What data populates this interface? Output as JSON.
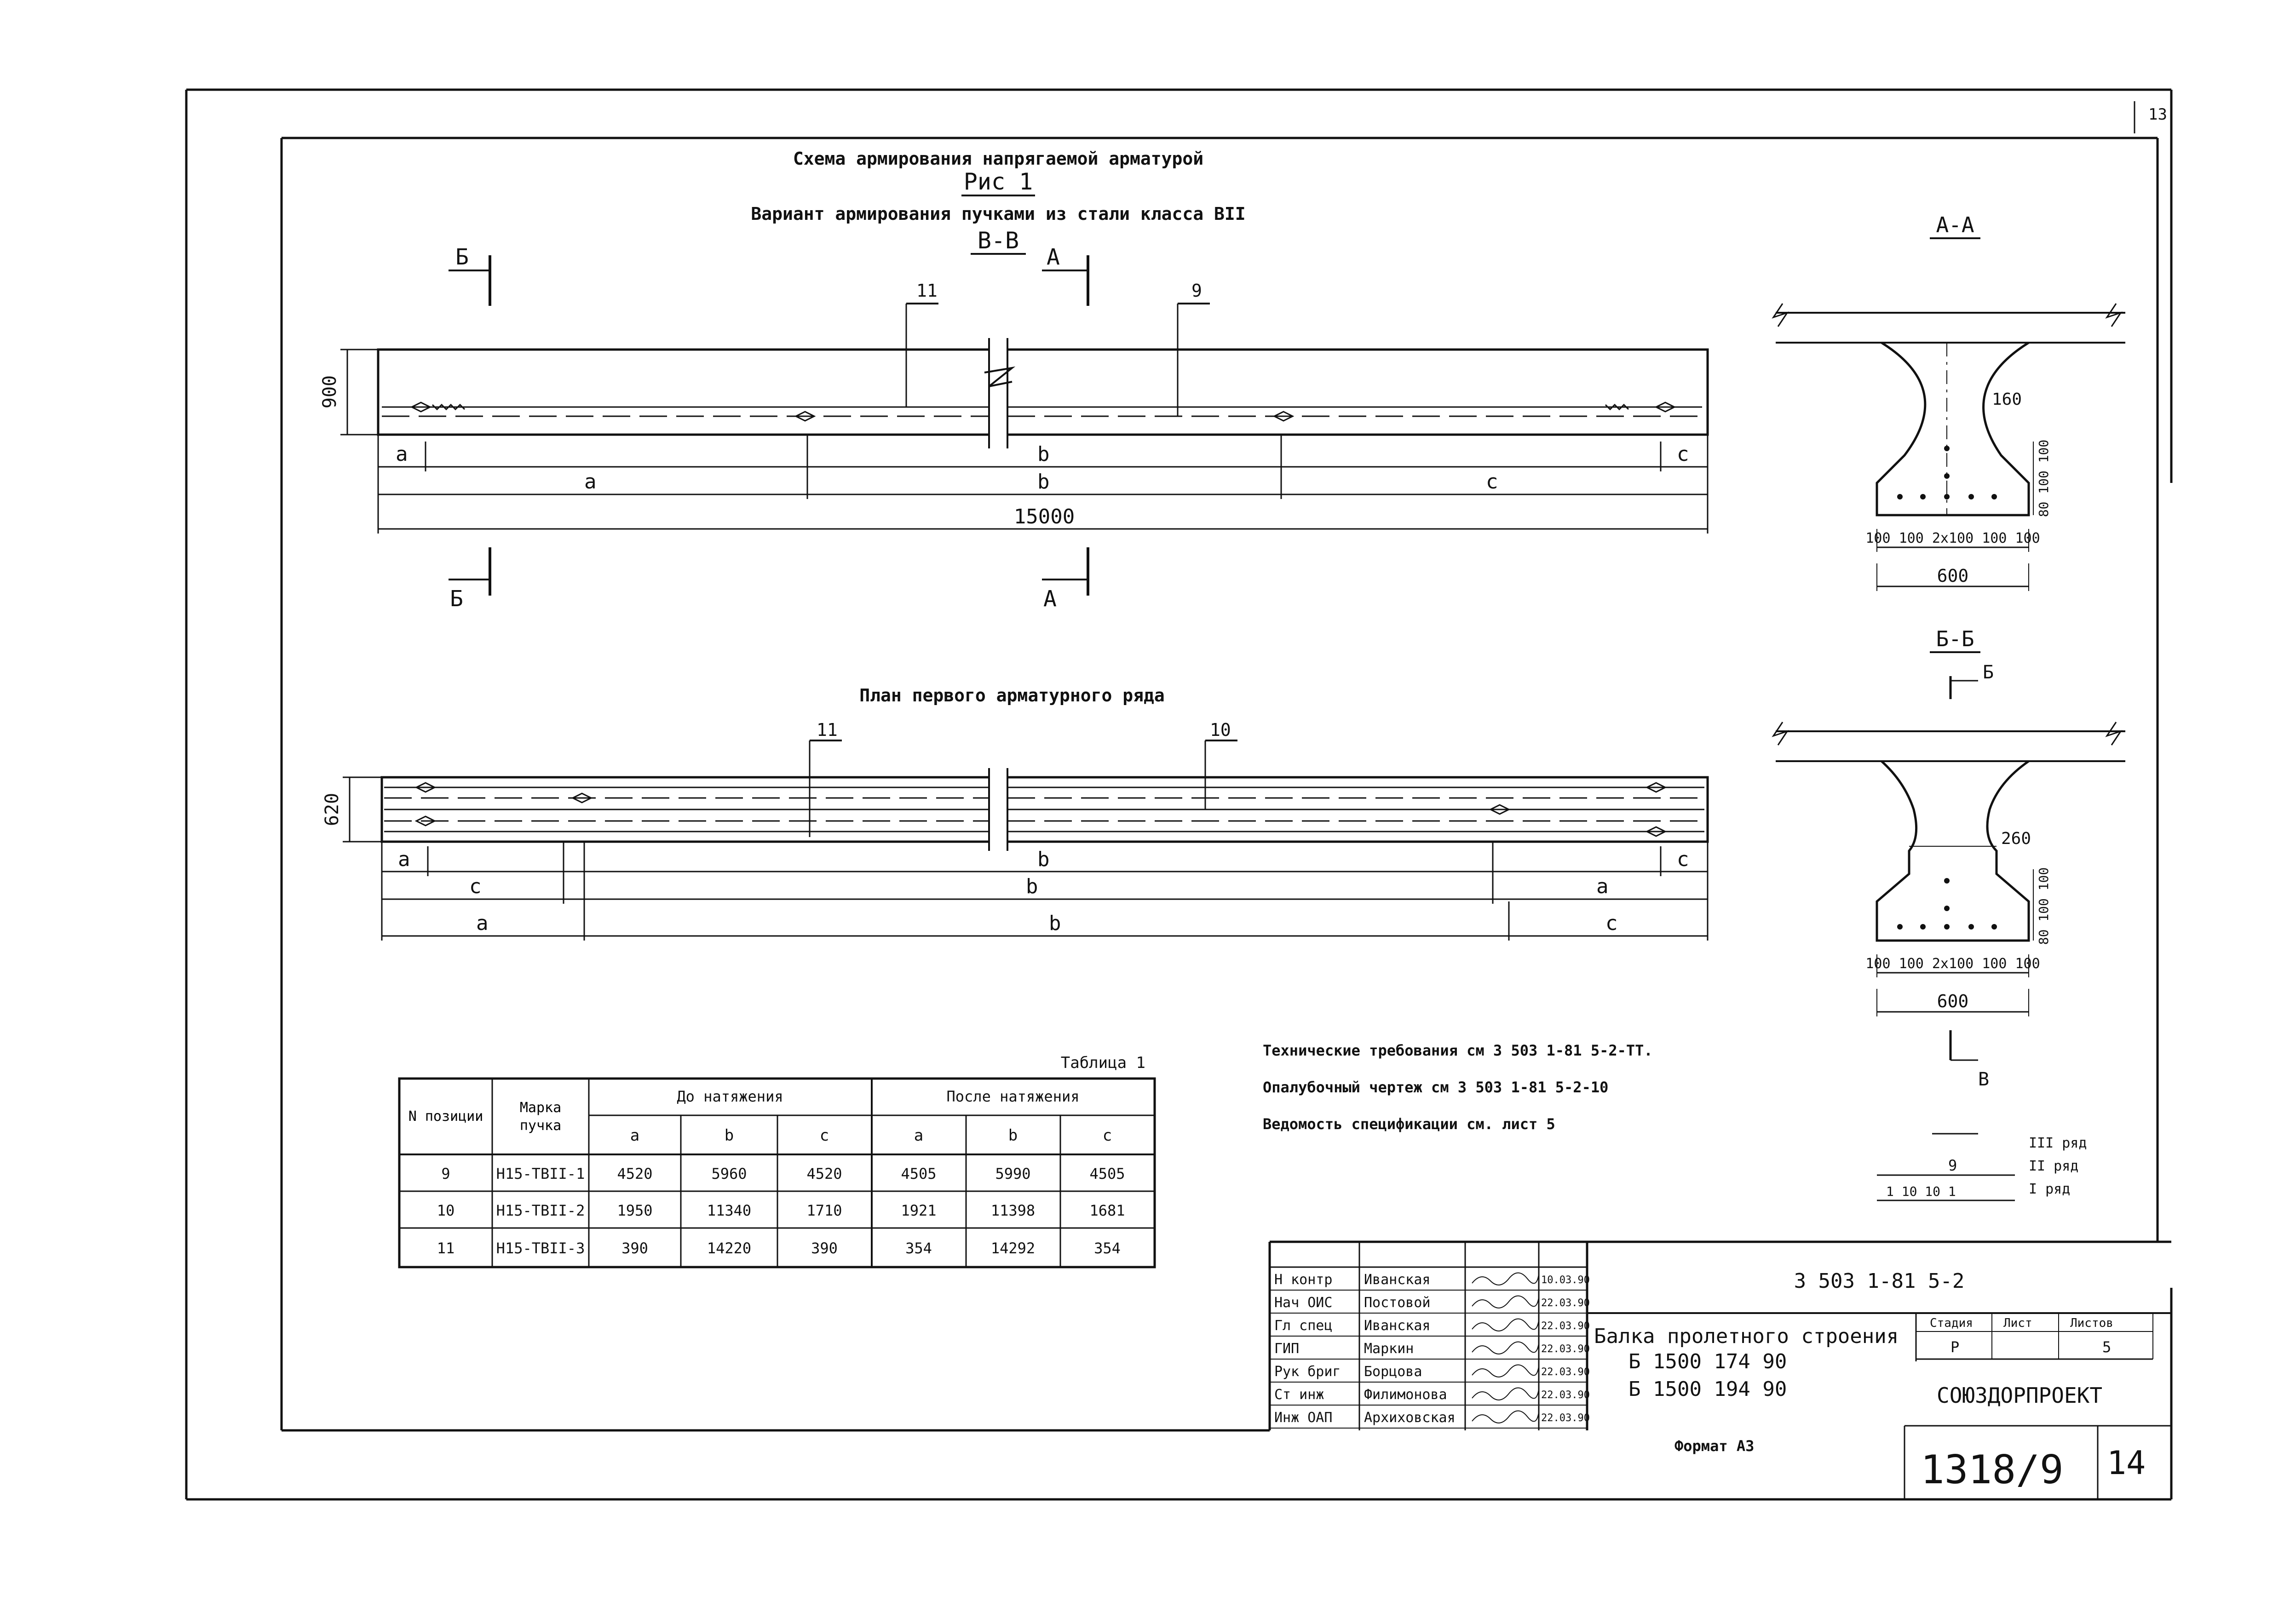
{
  "header": {
    "scheme_title": "Схема армирования напрягаемой арматурой",
    "figure_label": "Рис 1",
    "variant_title": "Вариант армирования пучками из стали класса BII",
    "section_label": "B-B",
    "corner_number": "13"
  },
  "elevation": {
    "cut_b": "Б",
    "cut_a": "А",
    "height": "900",
    "pos_11": "11",
    "pos_9": "9",
    "dim_a": "a",
    "dim_b": "b",
    "dim_c": "c",
    "dim_total": "15000"
  },
  "plan": {
    "title": "План первого арматурного ряда",
    "pos_11": "11",
    "pos_10": "10",
    "width": "620",
    "dim_a": "a",
    "dim_b": "b",
    "dim_c": "c"
  },
  "section_aa": {
    "label": "А-А",
    "web_dim": "160",
    "bottom_dims": "100 100 2x100 100 100",
    "width": "600",
    "vertical_dims": "80 100 100"
  },
  "section_bb": {
    "label": "Б-Б",
    "cut_mark": "Б",
    "web_dim": "260",
    "bottom_dims": "100 100 2x100 100 100",
    "width": "600",
    "vertical_dims": "80 100 100",
    "cut_mark_bottom": "В"
  },
  "legend": {
    "rows": [
      "III ряд",
      "II ряд",
      "I ряд"
    ],
    "top_dim": "9",
    "bottom_dims": "1 10   10 1"
  },
  "notes": [
    "Технические требования см 3 503 1-81 5-2-ТТ.",
    "Опалубочный чертеж см 3 503 1-81 5-2-10",
    "Ведомость спецификации см. лист 5"
  ],
  "table": {
    "caption": "Таблица 1",
    "col_pos": "N позиции",
    "col_mark": "Марка пучка",
    "group_before": "До натяжения",
    "group_after": "После натяжения",
    "sub": [
      "a",
      "b",
      "c",
      "a",
      "b",
      "c"
    ],
    "rows": [
      {
        "pos": "9",
        "mark": "Н15-ТВII-1",
        "vals": [
          "4520",
          "5960",
          "4520",
          "4505",
          "5990",
          "4505"
        ]
      },
      {
        "pos": "10",
        "mark": "Н15-ТВII-2",
        "vals": [
          "1950",
          "11340",
          "1710",
          "1921",
          "11398",
          "1681"
        ]
      },
      {
        "pos": "11",
        "mark": "Н15-ТВII-3",
        "vals": [
          "390",
          "14220",
          "390",
          "354",
          "14292",
          "354"
        ]
      }
    ]
  },
  "title_block": {
    "doc_code": "3 503 1-81 5-2",
    "signers": [
      {
        "role": "Н контр",
        "name": "Иванская",
        "date": "10.03.90"
      },
      {
        "role": "Нач ОИС",
        "name": "Постовой",
        "date": "22.03.90"
      },
      {
        "role": "Гл спец",
        "name": "Иванская",
        "date": "22.03.90"
      },
      {
        "role": "ГИП",
        "name": "Маркин",
        "date": "22.03.90"
      },
      {
        "role": "Рук бриг",
        "name": "Борцова",
        "date": "22.03.90"
      },
      {
        "role": "Ст инж",
        "name": "Филимонова",
        "date": "22.03.90"
      },
      {
        "role": "Инж ОАП",
        "name": "Архиховская",
        "date": "22.03.90"
      }
    ],
    "object_title": "Балка пролетного строения",
    "object_line1": "Б 1500 174 90",
    "object_line2": "Б 1500 194 90",
    "stage_label": "Стадия",
    "sheet_label": "Лист",
    "sheets_label": "Листов",
    "stage_value": "Р",
    "sheets_value": "5",
    "organization": "СОЮЗДОРПРОЕКТ",
    "format": "Формат А3",
    "album": "1318/9",
    "page": "14"
  }
}
